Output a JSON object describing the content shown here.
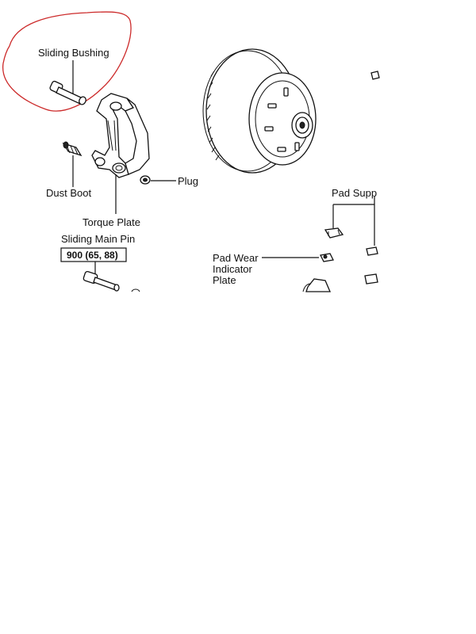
{
  "labels": {
    "sliding_bushing": "Sliding Bushing",
    "dust_boot": "Dust Boot",
    "plug": "Plug",
    "torque_plate": "Torque Plate",
    "sliding_main_pin": "Sliding Main Pin",
    "torque_spec": "900 (65, 88)",
    "pad_support": "Pad Supp",
    "pad_wear_line1": "Pad Wear",
    "pad_wear_line2": "Indicator",
    "pad_wear_line3": "Plate"
  },
  "colors": {
    "ink": "#111111",
    "highlight_circle": "#cc2a2a",
    "background": "#ffffff"
  }
}
